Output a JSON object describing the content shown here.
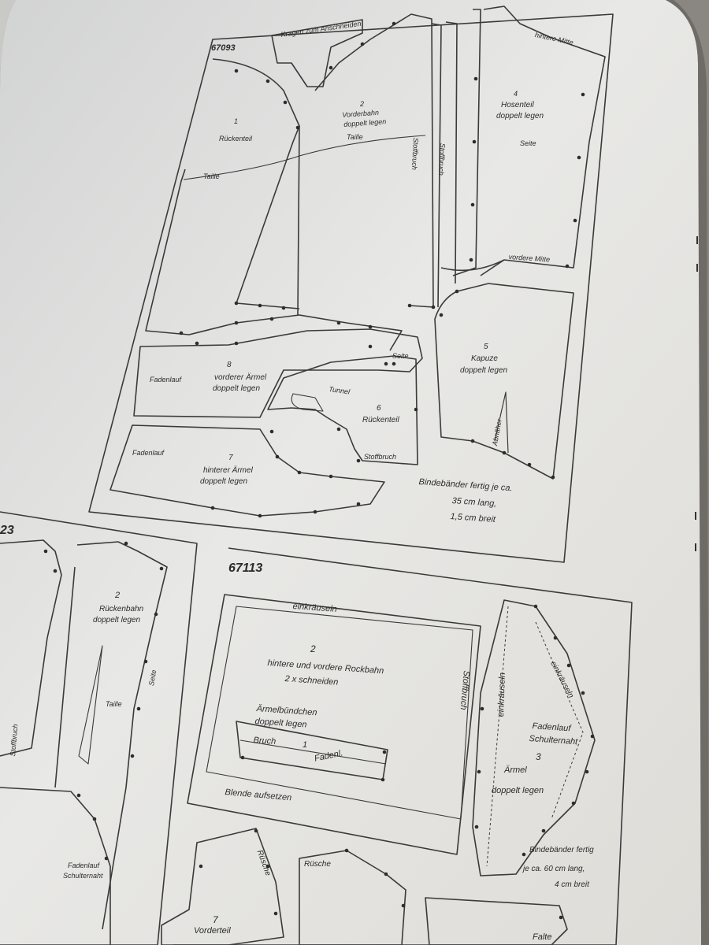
{
  "top_sheet": {
    "number": "67093",
    "labels": {
      "collar": "Kragen zum Anschneiden",
      "p1_num": "1",
      "p1_name": "Rückenteil",
      "taille_left": "Taille",
      "p2_num": "2",
      "p2_name": "Vorderbahn",
      "p2_fold": "doppelt legen",
      "taille_mid": "Taille",
      "stoffbruch_a": "Stoffbruch",
      "stoffbruch_b": "Stoffbruch",
      "p4_mitte_top": "hintere Mitte",
      "p4_num": "4",
      "p4_name": "Hosenteil",
      "p4_fold": "doppelt legen",
      "p4_seite": "Seite",
      "p4_mitte_bottom": "vordere Mitte",
      "p8_num": "8",
      "p8_name": "vorderer Ärmel",
      "p8_fold": "doppelt legen",
      "p8_fadenlauf": "Fadenlauf",
      "p6_seite": "Seite",
      "p6_num": "6",
      "p6_name": "Rückenteil",
      "p6_stoffbruch": "Stoffbruch",
      "p6_tunnel": "Tunnel",
      "p5_num": "5",
      "p5_name": "Kapuze",
      "p5_fold": "doppelt legen",
      "p5_abnaeher": "Abnäher",
      "p7_num": "7",
      "p7_name": "hinterer Ärmel",
      "p7_fold": "doppelt legen",
      "p7_fadenlauf": "Fadenlauf"
    },
    "note_lines": [
      "Bindebänder fertig je ca.",
      "35 cm lang,",
      "1,5 cm breit"
    ]
  },
  "left_sheet": {
    "number_partial": "23",
    "labels": {
      "p2_num": "2",
      "p2_name": "Rückenbahn",
      "p2_fold": "doppelt legen",
      "taille": "Taille",
      "seite": "Seite",
      "stoffbruch": "Stoffbruch",
      "fadenlauf": "Fadenlauf",
      "schulternaht": "Schulternaht"
    }
  },
  "bottom_sheet": {
    "number": "67113",
    "labels": {
      "einkraeuseln_top": "einkräuseln",
      "p2_num": "2",
      "p2_name": "hintere und vordere Rockbahn",
      "p2_cut": "2 x schneiden",
      "stoffbruch": "Stoffbruch",
      "cuff_title": "Ärmelbündchen",
      "cuff_fold": "doppelt legen",
      "cuff_bruch": "Bruch",
      "cuff_num": "1",
      "cuff_fadenl": "Fadenl.",
      "blende": "Blende aufsetzen",
      "einkraeuseln_left": "einkräuseln",
      "einkraeuseln_right": "einkräuseln",
      "fadenlauf": "Fadenlauf",
      "schulternaht": "Schulternaht",
      "p3_num": "3",
      "p3_name": "Ärmel",
      "p3_fold": "doppelt legen",
      "p3_note_1": "Bindebänder fertig",
      "p3_note_2": "je ca. 60 cm lang,",
      "p3_note_3": "4 cm breit",
      "ruesche_a": "Rüsche",
      "ruesche_b": "Rüsche",
      "p7_num": "7",
      "p7_name": "Vorderteil",
      "falte": "Falte"
    }
  }
}
